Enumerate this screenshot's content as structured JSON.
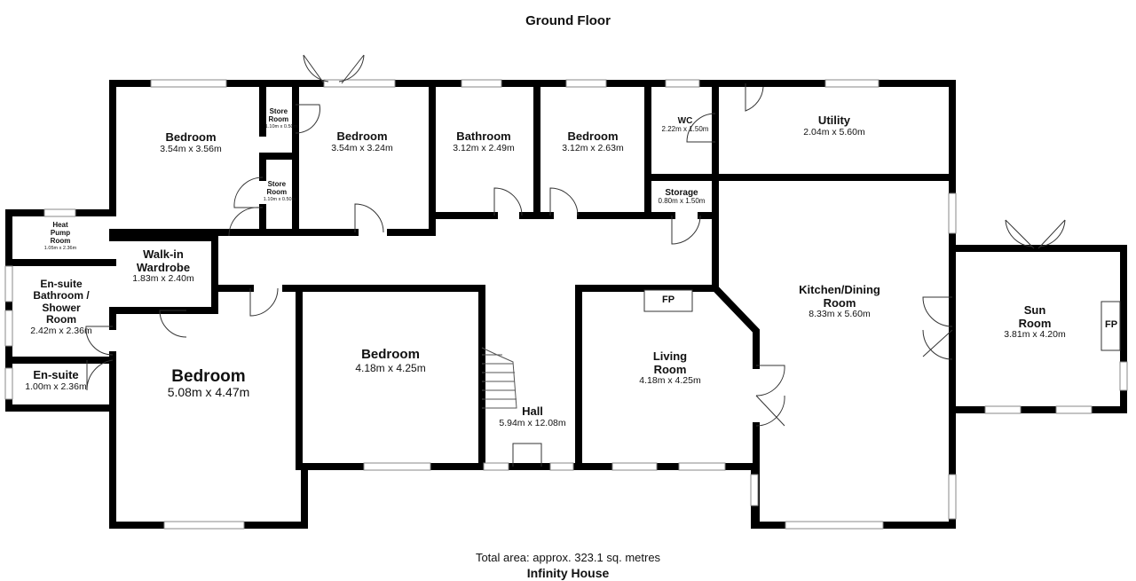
{
  "header": {
    "title": "Ground Floor"
  },
  "footer": {
    "total_area": "Total area: approx. 323.1 sq. metres",
    "property_name": "Infinity House"
  },
  "rooms": {
    "bedroom_nw": {
      "name": "Bedroom",
      "dims": "3.54m x 3.56m"
    },
    "store_room_1": {
      "name": "Store Room",
      "dims": "1.10m x 0.50m"
    },
    "bedroom_n2": {
      "name": "Bedroom",
      "dims": "3.54m x 3.24m"
    },
    "bathroom": {
      "name": "Bathroom",
      "dims": "3.12m x 2.49m"
    },
    "bedroom_n3": {
      "name": "Bedroom",
      "dims": "3.12m x 2.63m"
    },
    "wc": {
      "name": "WC",
      "dims": "2.22m x 1.50m"
    },
    "utility": {
      "name": "Utility",
      "dims": "2.04m x 5.60m"
    },
    "store_room_2": {
      "name": "Store Room",
      "dims": "1.10m x 0.50m"
    },
    "storage": {
      "name": "Storage",
      "dims": "0.80m x 1.50m"
    },
    "heat_pump": {
      "name_l1": "Heat",
      "name_l2": "Pump",
      "name_l3": "Room",
      "dims": "1.05m x 2.36m"
    },
    "walk_in": {
      "name_l1": "Walk-in",
      "name_l2": "Wardrobe",
      "dims": "1.83m x 2.40m"
    },
    "ensuite_shower": {
      "name_l1": "En-suite",
      "name_l2": "Bathroom /",
      "name_l3": "Shower",
      "name_l4": "Room",
      "dims": "2.42m x 2.36m"
    },
    "ensuite": {
      "name": "En-suite",
      "dims": "1.00m x 2.36m"
    },
    "master_bedroom": {
      "name": "Bedroom",
      "dims": "5.08m x 4.47m"
    },
    "bedroom_center": {
      "name": "Bedroom",
      "dims": "4.18m x 4.25m"
    },
    "hall": {
      "name": "Hall",
      "dims": "5.94m x 12.08m"
    },
    "living": {
      "name_l1": "Living",
      "name_l2": "Room",
      "dims": "4.18m x 4.25m",
      "fireplace": "FP"
    },
    "kitchen": {
      "name_l1": "Kitchen/Dining",
      "name_l2": "Room",
      "dims": "8.33m x 5.60m"
    },
    "sun_room": {
      "name_l1": "Sun",
      "name_l2": "Room",
      "dims": "3.81m x 4.20m",
      "fireplace": "FP"
    }
  }
}
